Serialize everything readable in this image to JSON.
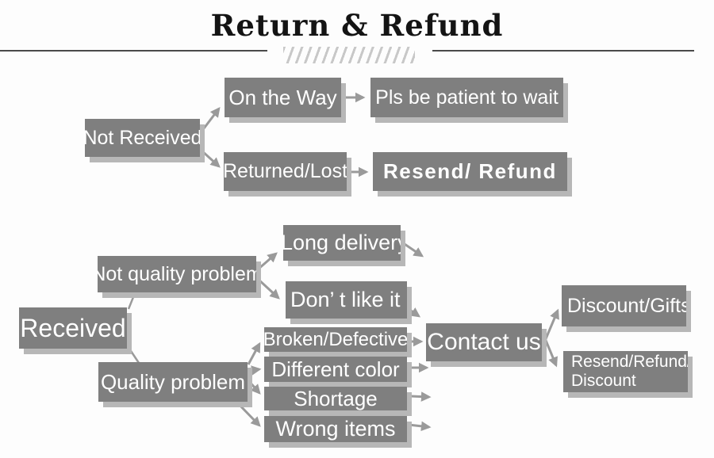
{
  "title": "Return & Refund",
  "nodes": {
    "not_received": "Not Received",
    "on_the_way": "On the Way",
    "pls_wait": "Pls be patient to wait",
    "returned_lost": "Returned/Lost",
    "resend_refund": "Resend/ Refund",
    "received": "Received",
    "not_quality_problem": "Not quality problem",
    "long_delivery": "Long delivery",
    "dont_like_it": "Don’ t like it",
    "quality_problem": "Quality problem",
    "broken_defective": "Broken/Defective",
    "different_color": "Different color",
    "shortage": "Shortage",
    "wrong_items": "Wrong items",
    "contact_us": "Contact us",
    "discount_gifts": "Discount/Gifts",
    "resend_refund_discount_line1": "Resend/Refund/",
    "resend_refund_discount_line2": "Discount"
  },
  "colors": {
    "box": "#7f7f7f",
    "box_text": "#ffffff",
    "shadow": "#b7b7b7",
    "arrow": "#9a9a9a",
    "title": "#141414",
    "rule": "#4a4a4a",
    "hatch": "#c8c8c8",
    "background": "#fdfdfd"
  }
}
